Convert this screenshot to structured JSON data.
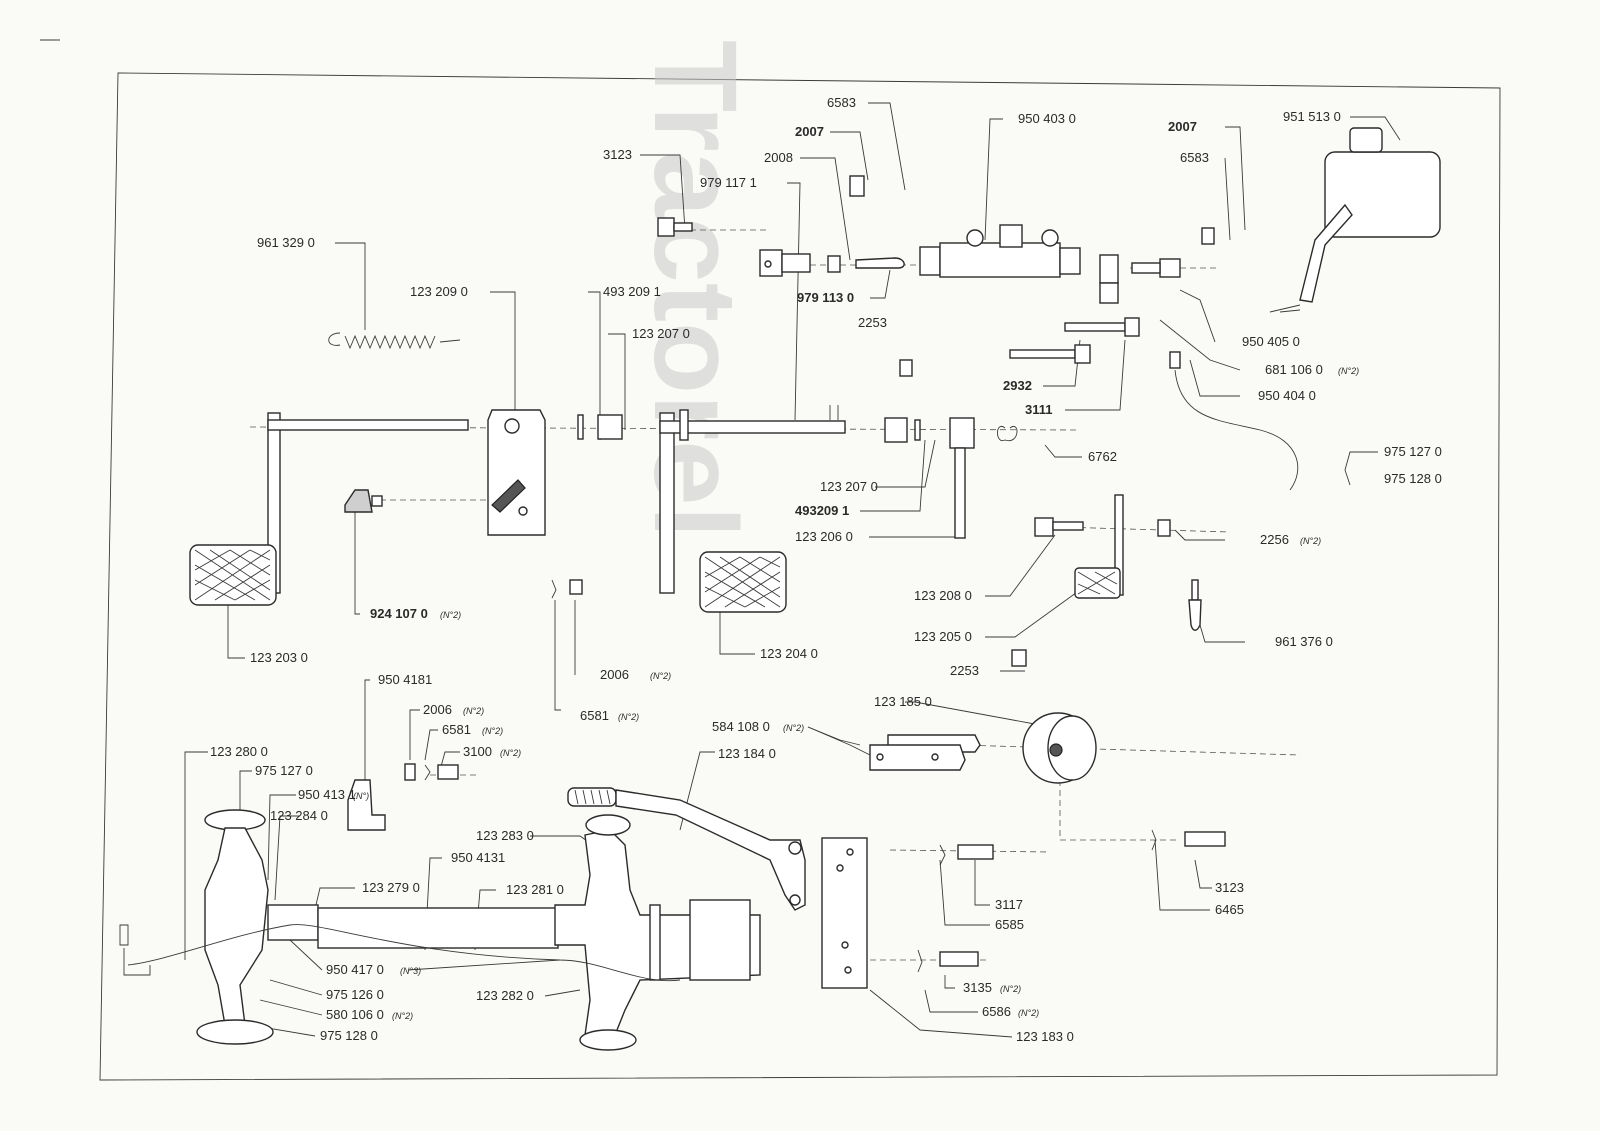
{
  "watermark": "Tractorel",
  "part_numbers": {
    "p6583a": "6583",
    "p9504030": "950 403 0",
    "p2007a": "2007",
    "p2007b": "2007",
    "p9515130": "951 513 0",
    "p3123a": "3123",
    "p2008": "2008",
    "p6583b": "6583",
    "p9791171": "979 117 1",
    "p9613290": "961 329 0",
    "p1232090": "123 209 0",
    "p4932091a": "493 209 1",
    "p9791130": "979 113 0",
    "p1232070a": "123 207 0",
    "p2253a": "2253",
    "p9504050": "950 405 0",
    "p6811060": "681 106 0",
    "p6811060_q": "(N°2)",
    "p2932": "2932",
    "p9504040": "950 404 0",
    "p3111": "3111",
    "p9751270a": "975 127 0",
    "p6762": "6762",
    "p9751280a": "975 128 0",
    "p1232070b": "123 207 0",
    "p4932091b": "493209 1",
    "p1232060": "123 206 0",
    "p2256": "2256",
    "p2256_q": "(N°2)",
    "p9241070": "924 107 0",
    "p9241070_q": "(N°2)",
    "p1232080": "123 208 0",
    "p1232050": "123 205 0",
    "p9613760": "961 376 0",
    "p1232030": "123 203 0",
    "p1232040": "123 204 0",
    "p2006a": "2006",
    "p2006a_q": "(N°2)",
    "p2253b": "2253",
    "p9504181": "950 4181",
    "p1231850": "123 185 0",
    "p2006b": "2006",
    "p2006b_q": "(N°2)",
    "p6581a": "6581",
    "p6581a_q": "(N°2)",
    "p6581b": "6581",
    "p6581b_q": "(N°2)",
    "p5841080": "584 108 0",
    "p5841080_q": "(N°2)",
    "p3100": "3100",
    "p3100_q": "(N°2)",
    "p1232800": "123 280 0",
    "p1231840": "123 184 0",
    "p9751270b": "975 127 0",
    "p9504131a": "950 413 1",
    "p9504131a_q": "(N°)",
    "p1232840": "123 284 0",
    "p1232830": "123 283 0",
    "p9504131b": "950 4131",
    "p1232790": "123 279 0",
    "p1232810": "123 281 0",
    "p3117": "3117",
    "p3123b": "3123",
    "p6465": "6465",
    "p6585": "6585",
    "p9504170": "950 417 0",
    "p9504170_q": "(N°3)",
    "p9751260": "975 126 0",
    "p1232820": "123 282 0",
    "p3135": "3135",
    "p3135_q": "(N°2)",
    "p5801060": "580 106 0",
    "p5801060_q": "(N°2)",
    "p6586": "6586",
    "p6586_q": "(N°2)",
    "p9751280b": "975 128 0",
    "p1231830": "123 183 0"
  },
  "colors": {
    "ink": "#2a2a2a",
    "paper": "#fafaf6",
    "watermark": "#c9c9c9"
  }
}
